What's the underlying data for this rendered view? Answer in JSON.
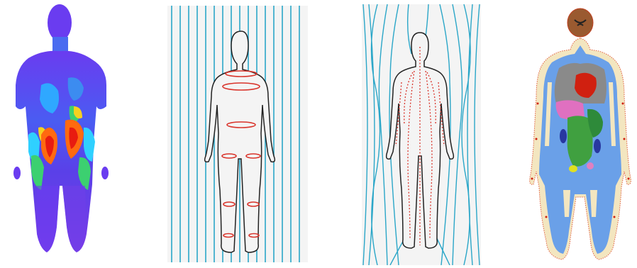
{
  "figure": {
    "panels": [
      {
        "name": "heat-map-body",
        "style": "false-color field intensity map",
        "colors": [
          "#6a3cf0",
          "#3c6cf0",
          "#2fd0ff",
          "#3cd070",
          "#f5d020",
          "#ff6a10",
          "#e81c10"
        ]
      },
      {
        "name": "uniform-field-body",
        "style": "line drawing with vertical field lines and induced current loops",
        "colors": [
          "#2aa6c8",
          "#d9342b",
          "#222222"
        ]
      },
      {
        "name": "curved-field-body",
        "style": "line drawing with curved field lines and internal current paths",
        "colors": [
          "#2aa6c8",
          "#d9342b",
          "#222222"
        ]
      },
      {
        "name": "segmented-anatomy-body",
        "style": "color-coded anatomical segmentation",
        "colors": [
          "#6aa0e8",
          "#f3e6c0",
          "#9a5a30",
          "#8a8a8a",
          "#d02010",
          "#e070c0",
          "#40a040",
          "#2838a0",
          "#e0e020"
        ]
      }
    ]
  }
}
